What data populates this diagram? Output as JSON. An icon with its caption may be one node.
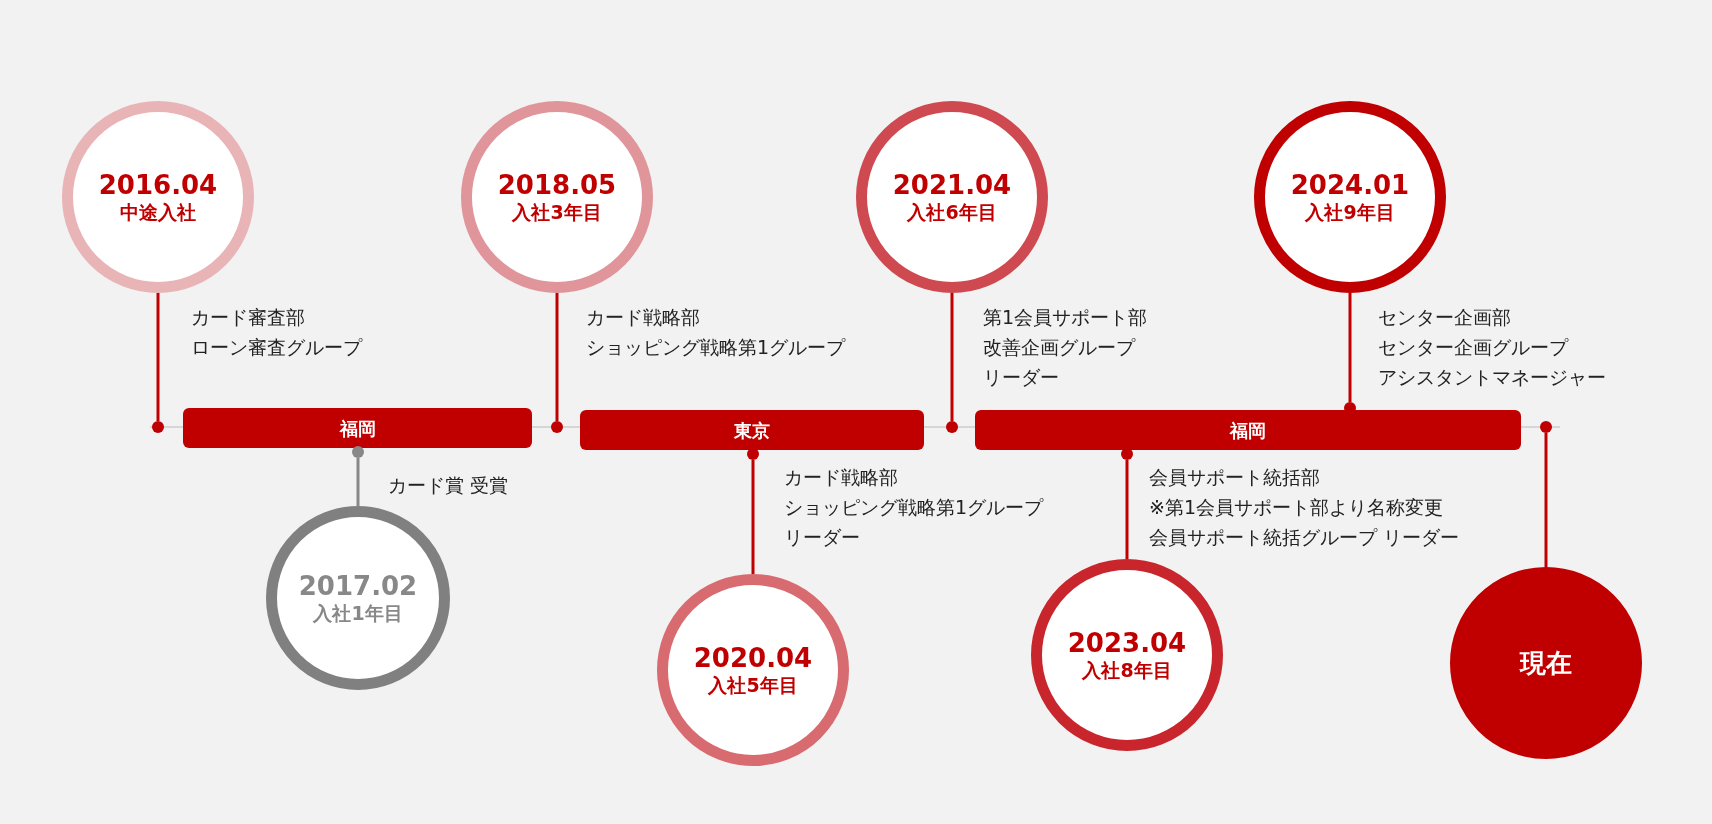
{
  "diagram": {
    "nodes": [
      {
        "text": [
          "2016.04",
          "中途入社"
        ],
        "beside": [
          "カード審査部",
          "ローン審査グループ"
        ]
      },
      {
        "text": [
          "2017.02",
          "入社1年目"
        ],
        "beside": [
          "カード賞 受賞"
        ]
      },
      {
        "text": [
          "2018.05",
          "入社3年目"
        ],
        "beside": [
          "カード戦略部",
          "ショッピング戦略第1グループ"
        ]
      },
      {
        "text": [
          "2020.04",
          "入社5年目"
        ],
        "beside": [
          "カード戦略部",
          "ショッピング戦略第1グループ",
          "リーダー"
        ]
      },
      {
        "text": [
          "2021.04",
          "入社6年目"
        ],
        "beside": [
          "第1会員サポート部",
          "改善企画グループ",
          "リーダー"
        ]
      },
      {
        "text": [
          "2023.04",
          "入社8年目"
        ],
        "beside": [
          "会員サポート統括部",
          "※第1会員サポート部より名称変更",
          "会員サポート統括グループ リーダー"
        ]
      },
      {
        "text": [
          "2024.01",
          "入社9年目"
        ],
        "beside": [
          "センター企画部",
          "センター企画グループ",
          "アシスタントマネージャー"
        ]
      },
      {
        "text": [
          "現在"
        ]
      },
      {
        "text": [
          "福岡"
        ]
      },
      {
        "text": [
          "東京"
        ]
      },
      {
        "text": [
          "福岡"
        ]
      },
      {
        "text": [],
        "shape": "circle"
      },
      {
        "text": [],
        "shape": "circle"
      },
      {
        "text": [],
        "shape": "circle"
      },
      {
        "text": [],
        "shape": "circle"
      },
      {
        "text": [],
        "shape": "circle"
      },
      {
        "text": [],
        "shape": "circle"
      },
      {
        "text": [],
        "shape": "circle"
      },
      {
        "text": [],
        "shape": "circle"
      }
    ],
    "edges": [
      {
        "from": 0,
        "to": 11,
        "arrow": "none"
      },
      {
        "from": 1,
        "to": 12,
        "arrow": "none",
        "color": "#888888"
      },
      {
        "from": 2,
        "to": 13,
        "arrow": "none"
      },
      {
        "from": 3,
        "to": 14,
        "arrow": "none"
      },
      {
        "from": 4,
        "to": 15,
        "arrow": "none"
      },
      {
        "from": 5,
        "to": 16,
        "arrow": "none"
      },
      {
        "from": 6,
        "to": 17,
        "arrow": "none"
      },
      {
        "from": 7,
        "to": 18,
        "arrow": "none"
      }
    ]
  }
}
